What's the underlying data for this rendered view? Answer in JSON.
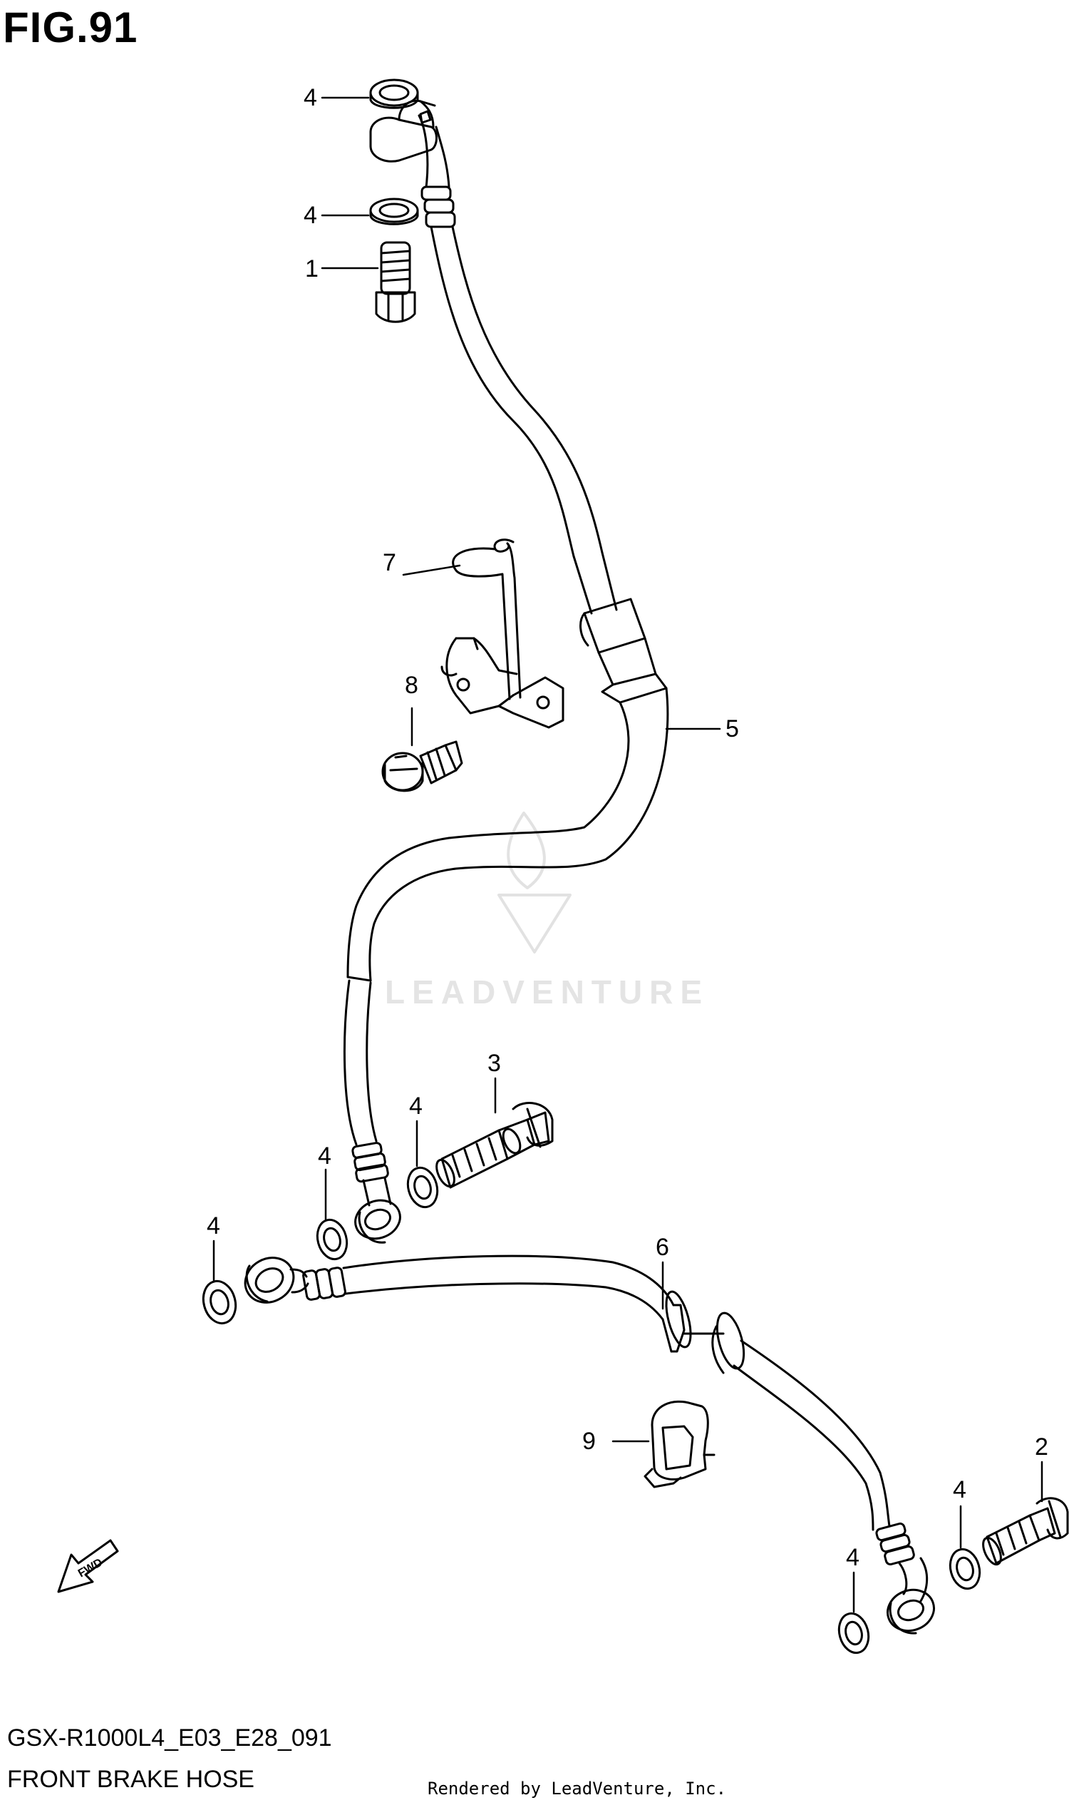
{
  "figure": {
    "title": "FIG.91",
    "model_code": "GSX-R1000L4_E03_E28_091",
    "name": "FRONT BRAKE HOSE",
    "rendered_by": "Rendered by LeadVenture, Inc.",
    "watermark": "LEADVENTURE",
    "direction_badge": "FWD"
  },
  "callouts": [
    {
      "id": "c1",
      "label": "1"
    },
    {
      "id": "c2",
      "label": "2"
    },
    {
      "id": "c3",
      "label": "3"
    },
    {
      "id": "c4a",
      "label": "4"
    },
    {
      "id": "c4b",
      "label": "4"
    },
    {
      "id": "c4c",
      "label": "4"
    },
    {
      "id": "c4d",
      "label": "4"
    },
    {
      "id": "c4e",
      "label": "4"
    },
    {
      "id": "c4f",
      "label": "4"
    },
    {
      "id": "c4g",
      "label": "4"
    },
    {
      "id": "c5",
      "label": "5"
    },
    {
      "id": "c6",
      "label": "6"
    },
    {
      "id": "c7",
      "label": "7"
    },
    {
      "id": "c8",
      "label": "8"
    },
    {
      "id": "c9",
      "label": "9"
    }
  ]
}
